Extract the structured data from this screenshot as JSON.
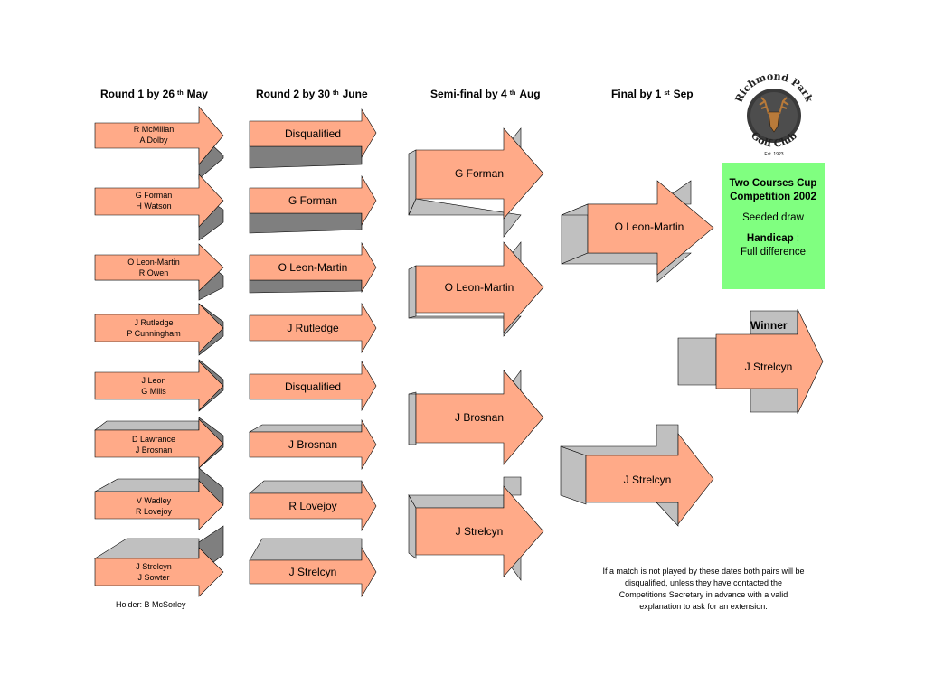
{
  "headers": {
    "round1": {
      "pre": "Round 1 by 26",
      "sup": "th",
      "post": "May"
    },
    "round2": {
      "pre": "Round 2 by 30",
      "sup": "th",
      "post": "June"
    },
    "semi": {
      "pre": "Semi-final by 4",
      "sup": "th",
      "post": "Aug"
    },
    "final": {
      "pre": "Final by 1",
      "sup": "st",
      "post": "Sep"
    }
  },
  "round1": [
    {
      "line1": "R McMillan",
      "line2": "A Dolby"
    },
    {
      "line1": "G Forman",
      "line2": "H Watson"
    },
    {
      "line1": "O Leon-Martin",
      "line2": "R Owen"
    },
    {
      "line1": "J Rutledge",
      "line2": "P Cunningham"
    },
    {
      "line1": "J Leon",
      "line2": "G Mills"
    },
    {
      "line1": "D Lawrance",
      "line2": "J Brosnan"
    },
    {
      "line1": "V Wadley",
      "line2": "R Lovejoy"
    },
    {
      "line1": "J Strelcyn",
      "line2": "J Sowter"
    }
  ],
  "round2": [
    "Disqualified",
    "G Forman",
    "O Leon-Martin",
    "J Rutledge",
    "Disqualified",
    "J Brosnan",
    "R Lovejoy",
    "J Strelcyn"
  ],
  "semi": [
    "G Forman",
    "O Leon-Martin",
    "J Brosnan",
    "J Strelcyn"
  ],
  "final": [
    "O Leon-Martin",
    "J Strelcyn"
  ],
  "winner": {
    "label": "Winner",
    "name": "J Strelcyn"
  },
  "holder": "Holder: B McSorley",
  "info": {
    "title1": "Two Courses Cup",
    "title2": "Competition 2002",
    "draw": "Seeded draw",
    "handicap_label": "Handicap",
    "handicap_sep": " :",
    "handicap_value": "Full difference"
  },
  "note": {
    "line1": "If a match is not played by these dates both pairs will be",
    "line2": "disqualified, unless they have contacted the",
    "line3": "Competitions Secretary in advance with a valid",
    "line4": "explanation to ask for an extension."
  },
  "logo": {
    "top": "Richmond Park",
    "bottom": "Golf Club",
    "est": "Est. 1923"
  },
  "colors": {
    "arrow": "#ffaa88",
    "shadow_dark": "#7f7f7f",
    "shadow_light": "#c0c0c0",
    "info_box": "#80ff80"
  }
}
